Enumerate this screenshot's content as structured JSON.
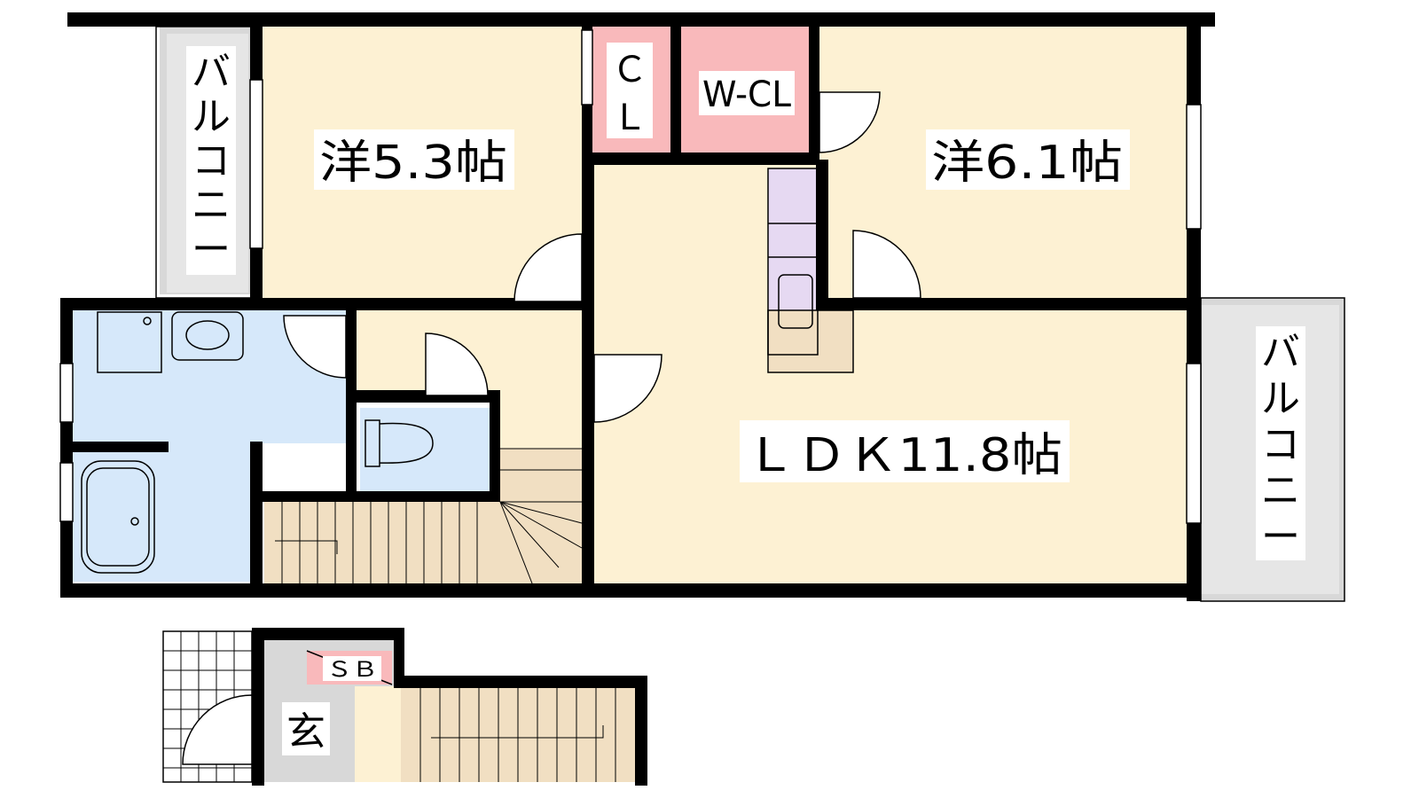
{
  "rooms": {
    "western_left": "洋5.3帖",
    "western_right": "洋6.1帖",
    "ldk": "ＬＤＫ11.8帖",
    "closet": "ＣＬ",
    "walk_in_closet": "W-CL",
    "entrance": "玄",
    "shoe_box": "ＳＢ",
    "balcony_left": "バルコニー",
    "balcony_right": "バルコニー"
  },
  "colors": {
    "living": "#fdf1d3",
    "wet_area": "#d6e8fa",
    "closet": "#f9b9bb",
    "kitchen": "#e6d9f2",
    "balcony": "#d8d8d8",
    "stairs": "#f1dfc2",
    "entrance": "#d8d8d8",
    "wall": "#000000"
  }
}
